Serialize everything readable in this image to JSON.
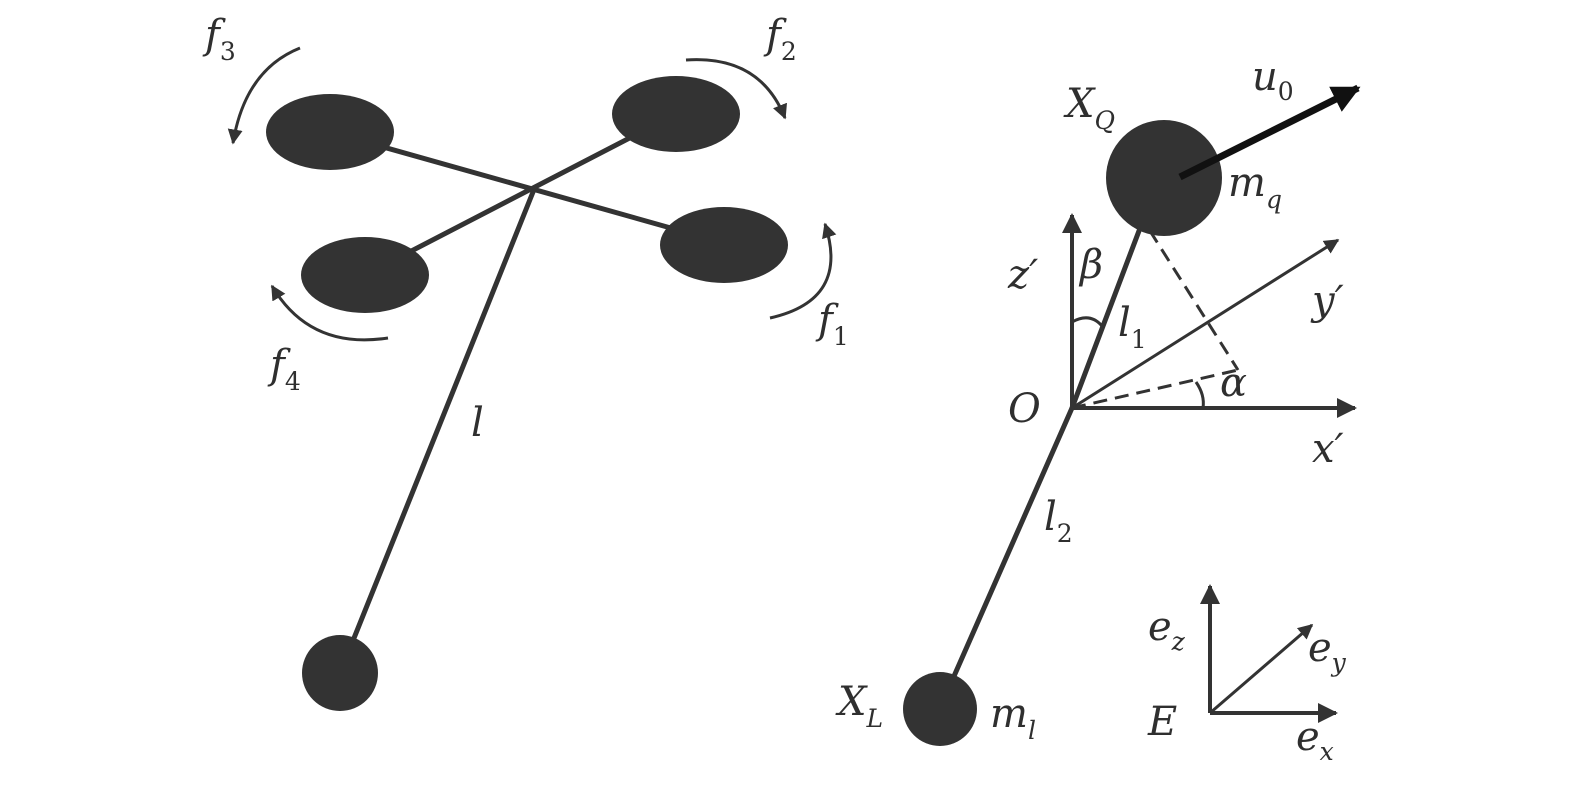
{
  "left_figure": {
    "rotor_labels": [
      {
        "main": "f",
        "sub": "1"
      },
      {
        "main": "f",
        "sub": "2"
      },
      {
        "main": "f",
        "sub": "3"
      },
      {
        "main": "f",
        "sub": "4"
      }
    ],
    "cable_label": "l"
  },
  "right_figure": {
    "quadrotor": {
      "main": "X",
      "sub": "Q"
    },
    "quad_mass": {
      "main": "m",
      "sub": "q"
    },
    "thrust": {
      "main": "u",
      "sub": "0"
    },
    "load": {
      "main": "X",
      "sub": "L"
    },
    "load_mass": {
      "main": "m",
      "sub": "l"
    },
    "origin": "O",
    "axes": {
      "x": "x′",
      "y": "y′",
      "z": "z′"
    },
    "angles": {
      "alpha": "α",
      "beta": "β"
    },
    "segments": [
      {
        "main": "l",
        "sub": "1"
      },
      {
        "main": "l",
        "sub": "2"
      }
    ]
  },
  "inertial_frame": {
    "origin": "E",
    "ex": {
      "main": "e",
      "sub": "x"
    },
    "ey": {
      "main": "e",
      "sub": "y"
    },
    "ez": {
      "main": "e",
      "sub": "z"
    }
  },
  "colors": {
    "ink": "#333333",
    "background": "#ffffff"
  }
}
